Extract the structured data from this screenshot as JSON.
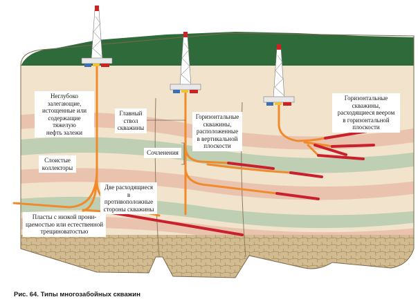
{
  "labels": {
    "shallow": [
      "Неглубоко",
      "залегающие,",
      "истощенные или",
      "содержащие тяжелую",
      "нефть залежи"
    ],
    "main_bore": [
      "Главный",
      "ствол",
      "скважины"
    ],
    "horiz_vertical": [
      "Горизонтальные",
      "скважины,",
      "расположенные",
      "в вертикальной",
      "плоскости"
    ],
    "horiz_fan": [
      "Горизонтальные",
      "скважины,",
      "расходящиеся веером",
      "в горизонтальной",
      "плоскости"
    ],
    "junctions": [
      "Сочленения"
    ],
    "layered": [
      "Слоистые",
      "коллекторы"
    ],
    "two_opposite": [
      "Две расходящиеся",
      "в противоположные",
      "стороны скважины"
    ],
    "low_perm": [
      "Пласты с низкой прони-",
      "цаемостью или естественной",
      "трещиноватостью"
    ]
  },
  "caption": "Рис. 64. Типы многозабойных скважин",
  "colors": {
    "surface": "#2f6b3a",
    "soil": "#c9ad7f",
    "stratum_light": "#f2e3cc",
    "stratum_green": "#bfcfb4",
    "stratum_pink": "#e9c3ae",
    "well_orange": "#f08a2a",
    "well_red": "#c8202c",
    "derrick": "#ffffff",
    "derrick_red": "#cc2222"
  }
}
